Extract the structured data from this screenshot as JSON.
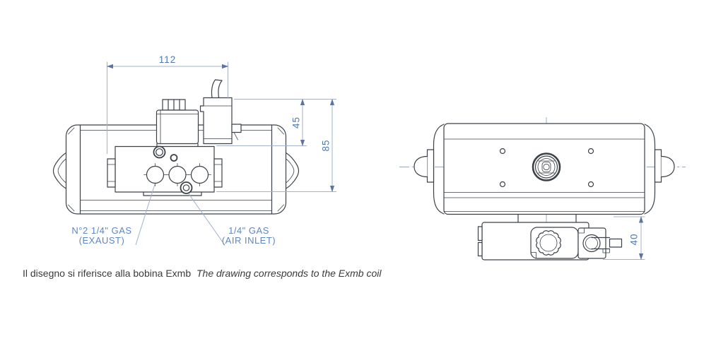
{
  "drawing": {
    "front_view": {
      "dim_width_mm": "112",
      "dim_coil_top_mm": "45",
      "dim_overall_mm": "85",
      "exhaust_label_line1": "N°2 1/4\" GAS",
      "exhaust_label_line2": "(EXAUST)",
      "inlet_label_line1": "1/4\" GAS",
      "inlet_label_line2": "(AIR INLET)"
    },
    "top_view": {
      "dim_solenoid_mm": "40"
    },
    "captions": {
      "italian": "Il disegno si riferisce alla bobina Exmb",
      "english": "The drawing corresponds to the Exmb coil"
    },
    "colors": {
      "part_line": "#3c4148",
      "dimension_line": "#a6b2c9",
      "dimension_arrow": "#5d74a3",
      "dimension_text": "#4f78b0",
      "label_text": "#5d87c3",
      "caption_text": "#3b3b3b",
      "background": "#ffffff"
    }
  }
}
